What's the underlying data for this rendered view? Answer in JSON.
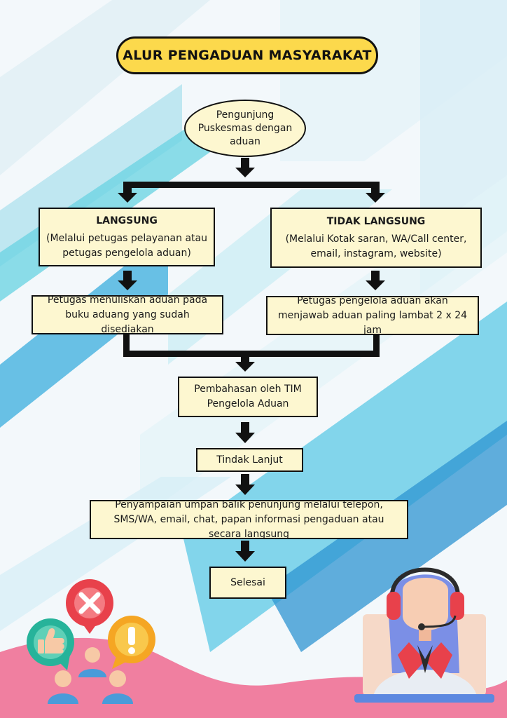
{
  "title": "ALUR PENGADUAN MASYARAKAT",
  "start": "Pengunjung Puskesmas dengan aduan",
  "left_branch": {
    "heading": "LANGSUNG",
    "detail": "(Melalui petugas pelayanan atau petugas pengelola aduan)",
    "step": "Petugas menuliskan aduan pada buku aduang yang sudah disediakan"
  },
  "right_branch": {
    "heading": "TIDAK LANGSUNG",
    "detail": "(Melalui Kotak saran, WA/Call center, email, instagram, website)",
    "step": "Petugas pengelola aduan akan menjawab aduan paling lambat 2 x 24 jam"
  },
  "discussion": "Pembahasan oleh TIM Pengelola Aduan",
  "follow_up": "Tindak Lanjut",
  "feedback": "Penyampaian umpan balik penunjung melalui telepon, SMS/WA, email, chat, papan informasi pengaduan atau secara langsung",
  "end": "Selesai",
  "colors": {
    "title_fill": "#fcd94c",
    "box_fill": "#fdf7d0",
    "accent_cyan": "#5fd3e6",
    "accent_blue": "#3aa0d8",
    "wave_pink": "#f07fa0"
  },
  "icons": [
    "reject-x-icon",
    "thumbs-up-icon",
    "exclamation-icon",
    "people-group-icon",
    "customer-service-agent-icon"
  ]
}
